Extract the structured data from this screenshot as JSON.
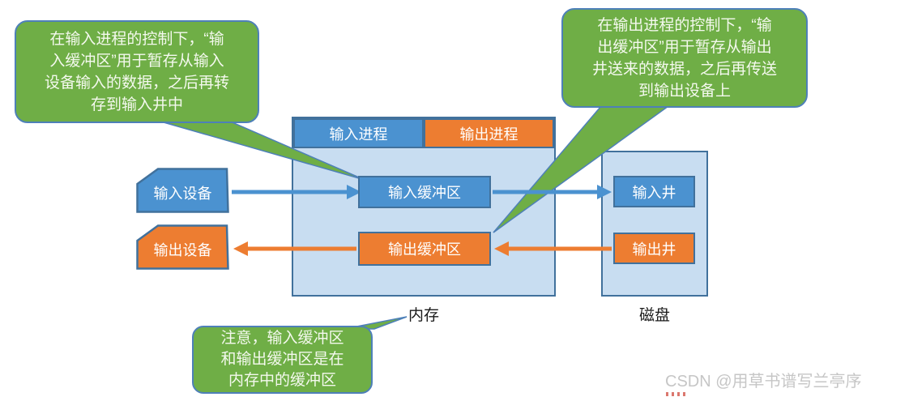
{
  "diagram": {
    "callouts": {
      "input": {
        "text": "在输入进程的控制下，“输\n入缓冲区”用于暂存从输入\n设备输入的数据，之后再转\n存到输入井中"
      },
      "output": {
        "text": "在输出进程的控制下，“输\n出缓冲区”用于暂存从输出\n井送来的数据，之后再传送\n到输出设备上"
      },
      "note": {
        "text": "注意，输入缓冲区\n和输出缓冲区是在\n内存中的缓冲区"
      }
    },
    "memory": {
      "label": "内存",
      "input_process": "输入进程",
      "output_process": "输出进程",
      "input_buffer": "输入缓冲区",
      "output_buffer": "输出缓冲区"
    },
    "disk": {
      "label": "磁盘",
      "input_well": "输入井",
      "output_well": "输出井"
    },
    "devices": {
      "input": "输入设备",
      "output": "输出设备"
    }
  },
  "watermark": "CSDN @用草书谱写兰亭序",
  "colors": {
    "blue": "#4B92D0",
    "orange": "#ED7D31",
    "green": "#6FAE46",
    "lightblue": "#C8DDF1",
    "box-border": "#41719C",
    "bubble-border": "#4E80B8",
    "watermark": "#C6C6C6"
  }
}
